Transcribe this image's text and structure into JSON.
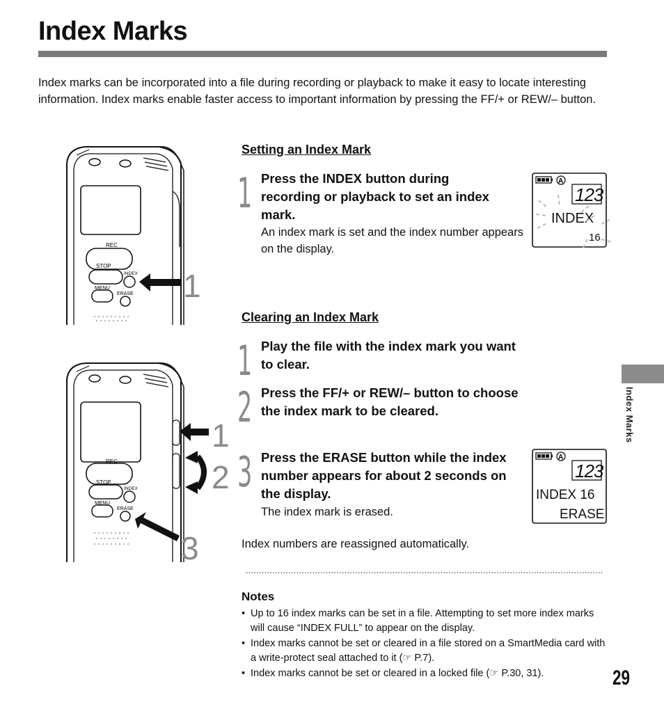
{
  "page": {
    "title": "Index Marks",
    "intro": "Index marks can be incorporated into a file during recording or playback to make it easy to locate interesting information. Index marks enable faster access to important information by pressing the FF/+ or REW/– button.",
    "side_tab": "Index Marks",
    "page_number": "29"
  },
  "setting": {
    "heading": "Setting an Index Mark",
    "steps": [
      {
        "num": "1",
        "text": "Press the INDEX button during recording or playback to set an index mark.",
        "sub": "An index mark is set and the index number appears on the display."
      }
    ],
    "lcd": {
      "counter": "123",
      "label": "INDEX",
      "number": "16",
      "mode": "A"
    }
  },
  "clearing": {
    "heading": "Clearing an Index Mark",
    "steps": [
      {
        "num": "1",
        "text": "Play the file with the index mark you want to clear."
      },
      {
        "num": "2",
        "text": "Press the FF/+ or REW/– button to choose the index mark to be cleared."
      },
      {
        "num": "3",
        "text": "Press the ERASE button while the index number appears for about 2 seconds on the display.",
        "sub": "The index mark is erased."
      }
    ],
    "lcd": {
      "counter": "123",
      "label": "INDEX 16",
      "status": "ERASE",
      "mode": "A"
    },
    "footer": "Index numbers are reassigned automatically."
  },
  "device": {
    "rec": "REC",
    "stop": "STOP",
    "index": "INDEX",
    "menu": "MENU",
    "erase": "ERASE",
    "callout_top": "1",
    "callouts_bottom": [
      "1",
      "2",
      "3"
    ]
  },
  "notes": {
    "title": "Notes",
    "items": [
      "Up to 16 index marks can be set in a file. Attempting to set more index marks will cause “INDEX FULL” to appear on the display.",
      "Index marks cannot be set or cleared in a file stored on a SmartMedia card with a write-protect seal attached to it (☞ P.7).",
      "Index marks cannot be set or cleared in a locked file (☞ P.30, 31)."
    ]
  }
}
